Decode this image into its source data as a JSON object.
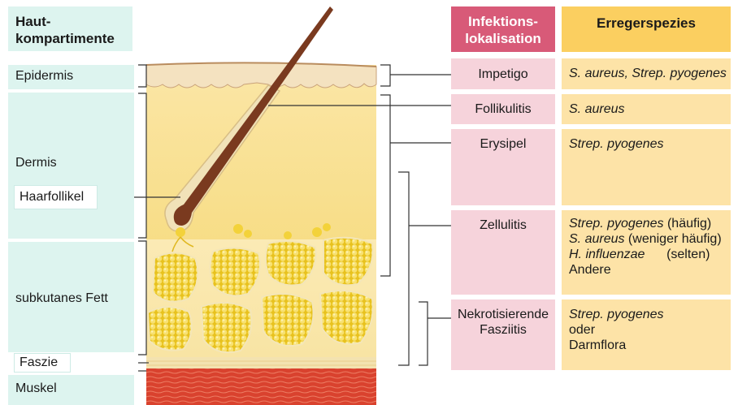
{
  "left": {
    "header": "Haut-\nkompartimente",
    "layers": [
      "Epidermis",
      "Dermis",
      "subkutanes Fett",
      "Faszie",
      "Muskel"
    ],
    "callout": "Haarfollikel"
  },
  "headers": {
    "infection": "Infektions-\nlokalisation",
    "pathogen": "Erregerspezies"
  },
  "rows": [
    {
      "infection": "Impetigo",
      "pathogens": [
        [
          {
            "t": "S. aureus, Strep. pyogenes",
            "i": true
          }
        ]
      ]
    },
    {
      "infection": "Follikulitis",
      "pathogens": [
        [
          {
            "t": "S. aureus",
            "i": true
          }
        ]
      ]
    },
    {
      "infection": "Erysipel",
      "pathogens": [
        [
          {
            "t": "Strep. pyogenes",
            "i": true
          }
        ]
      ]
    },
    {
      "infection": "Zellulitis",
      "pathogens": [
        [
          {
            "t": "Strep. pyogenes",
            "i": true
          },
          {
            "t": " (häufig)",
            "i": false
          }
        ],
        [
          {
            "t": "S. aureus",
            "i": true
          },
          {
            "t": " (weniger häufig)",
            "i": false
          }
        ],
        [
          {
            "t": "H. influenzae",
            "i": true
          },
          {
            "t": "      (selten)",
            "i": false
          }
        ],
        [
          {
            "t": "Andere",
            "i": false
          }
        ]
      ]
    },
    {
      "infection": "Nekrotisierende\nFasziitis",
      "pathogens": [
        [
          {
            "t": "Strep. pyogenes",
            "i": true
          }
        ],
        [
          {
            "t": "oder",
            "i": false
          }
        ],
        [
          {
            "t": "Darmflora",
            "i": false
          }
        ]
      ]
    }
  ],
  "colors": {
    "label_bg": "#ddf4ef",
    "infection_bg": "#f6d3db",
    "infection_header": "#d85a78",
    "pathogen_bg": "#fde3a7",
    "pathogen_header": "#fbcf60",
    "hair": "#7a3a1f",
    "fat": "#f3d64a",
    "muscle": "#d9422e"
  }
}
